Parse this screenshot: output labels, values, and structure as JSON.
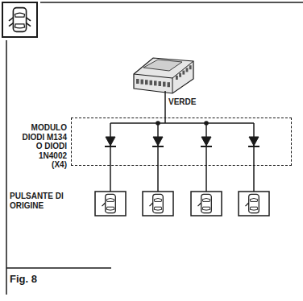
{
  "diagram": {
    "caption": "Fig. 8",
    "nodes": [
      {
        "text": [
          "MODULO DIODI M134 O DIODI 1N4002 (X4)"
        ]
      }
    ],
    "labels": [
      "VERDE",
      "PULSANTE DI ORIGINE"
    ]
  }
}
